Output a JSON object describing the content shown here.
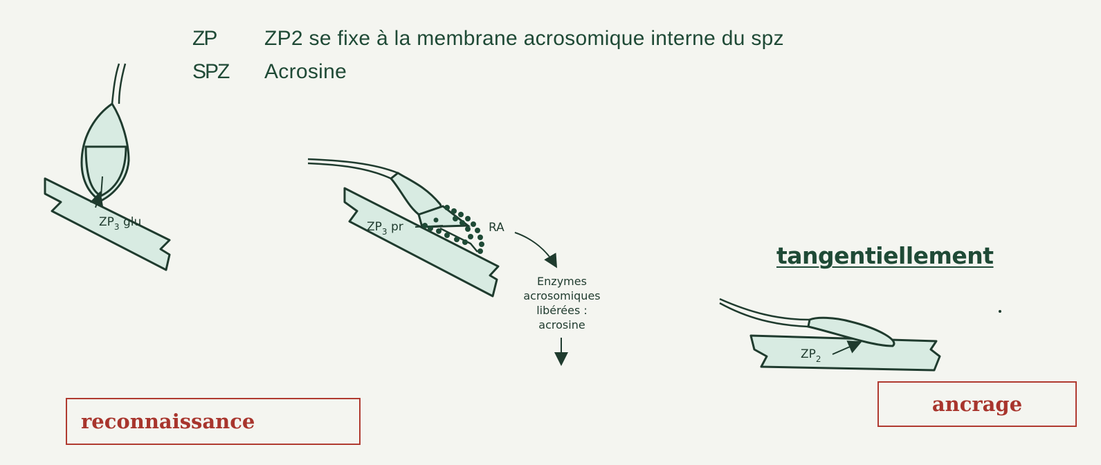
{
  "legend": [
    {
      "key": "ZP",
      "value": "ZP2 se fixe à la membrane acrosomique interne du spz"
    },
    {
      "key": "SPZ",
      "value": "Acrosine"
    }
  ],
  "figures": {
    "recognition": {
      "label_main": "ZP",
      "label_sub": "3",
      "label_suffix": " glu"
    },
    "reaction": {
      "label_main": "ZP",
      "label_sub": "3",
      "label_suffix": " pr",
      "ra_label": "RA",
      "enzymes": [
        "Enzymes",
        "acrosomiques",
        "libérées :",
        "acrosine"
      ]
    },
    "anchoring": {
      "label_main": "ZP",
      "label_sub": "2"
    }
  },
  "heading": "tangentiellement",
  "boxes": {
    "recognition": "reconnaissance",
    "anchoring": "ancrage"
  },
  "colors": {
    "ink": "#1f4a36",
    "fill": "#d8ebe2",
    "accent": "#a8352d"
  }
}
